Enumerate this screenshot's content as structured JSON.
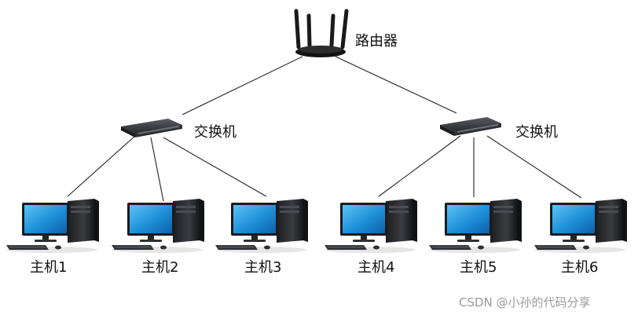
{
  "router": {
    "label": "路由器",
    "icon": "router-icon"
  },
  "switches": [
    {
      "label": "交换机",
      "icon": "switch-icon"
    },
    {
      "label": "交换机",
      "icon": "switch-icon"
    }
  ],
  "hosts": [
    {
      "label": "主机1",
      "icon": "desktop-computer-icon"
    },
    {
      "label": "主机2",
      "icon": "desktop-computer-icon"
    },
    {
      "label": "主机3",
      "icon": "desktop-computer-icon"
    },
    {
      "label": "主机4",
      "icon": "desktop-computer-icon"
    },
    {
      "label": "主机5",
      "icon": "desktop-computer-icon"
    },
    {
      "label": "主机6",
      "icon": "desktop-computer-icon"
    }
  ],
  "watermark": "CSDN @小孙的代码分享",
  "colors": {
    "screen": "#1d8fd8",
    "device": "#2b2d31",
    "link": "#222222"
  }
}
